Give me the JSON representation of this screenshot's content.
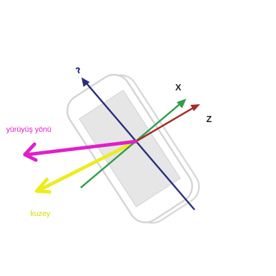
{
  "axes": {
    "x": {
      "label": "X",
      "color": "#2e9e4a"
    },
    "y": {
      "label": "",
      "color": "#2a2f7a"
    },
    "z": {
      "label": "Z",
      "color": "#a02828"
    }
  },
  "walking_direction": {
    "label": "yürüyüş yönü",
    "color": "#e020c8"
  },
  "north": {
    "label": "kuzey",
    "color": "#e8e81a"
  },
  "phone": {
    "outline_color": "#d8d8d8",
    "screen_color": "#e4e4e4"
  }
}
